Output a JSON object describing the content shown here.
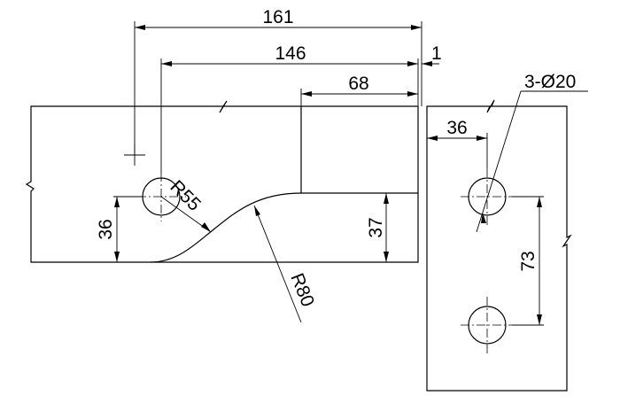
{
  "drawing": {
    "dimensions": {
      "overall_width": "161",
      "hole_offset_width": "146",
      "step_width": "68",
      "gap": "1",
      "hole_pattern": "3-Ø20",
      "right_hole_offset": "36",
      "hole_spacing": "73",
      "left_hole_height": "36",
      "step_height": "37",
      "arc_small": "R55",
      "arc_large": "R80"
    }
  }
}
